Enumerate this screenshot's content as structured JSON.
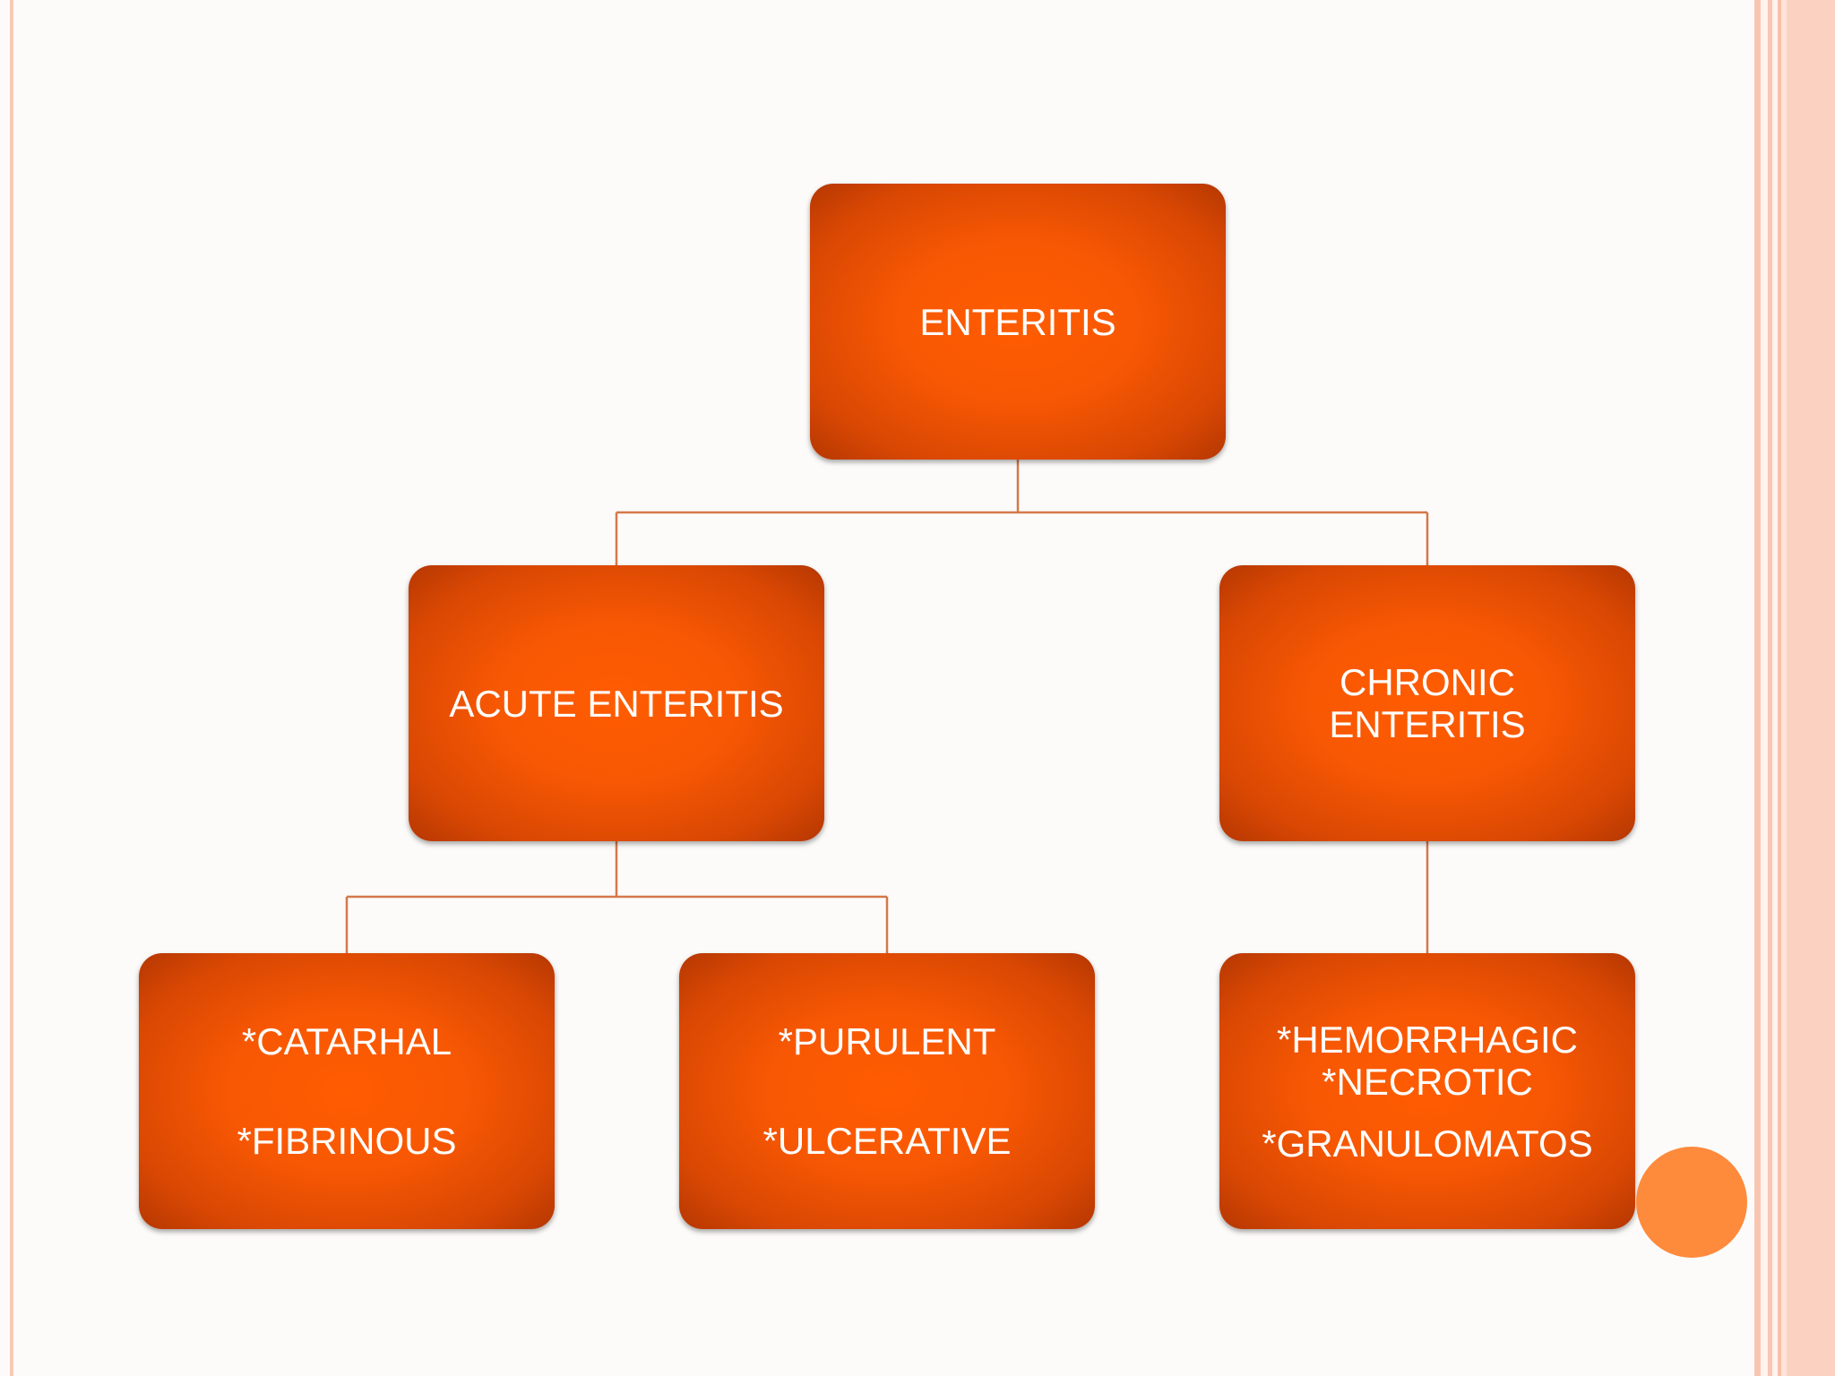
{
  "diagram": {
    "root": {
      "label": "ENTERITIS"
    },
    "acute": {
      "label": "ACUTE ENTERITIS"
    },
    "chronic": {
      "lines": [
        "CHRONIC",
        "ENTERITIS"
      ]
    },
    "catarrhal_box": {
      "lines": [
        "*CATARHAL",
        "*FIBRINOUS"
      ]
    },
    "purulent_box": {
      "lines": [
        "*PURULENT",
        "*ULCERATIVE"
      ]
    },
    "hemorrhagic_box": {
      "lines": [
        "*HEMORRHAGIC",
        "*NECROTIC",
        "*GRANULOMATOS"
      ]
    }
  },
  "colors": {
    "box_center": "#ff5c02",
    "box_edge": "#b53702",
    "connector": "#d5784a",
    "accent_circle": "#fe8a3b",
    "border_stripes": "#f9c9b5"
  }
}
